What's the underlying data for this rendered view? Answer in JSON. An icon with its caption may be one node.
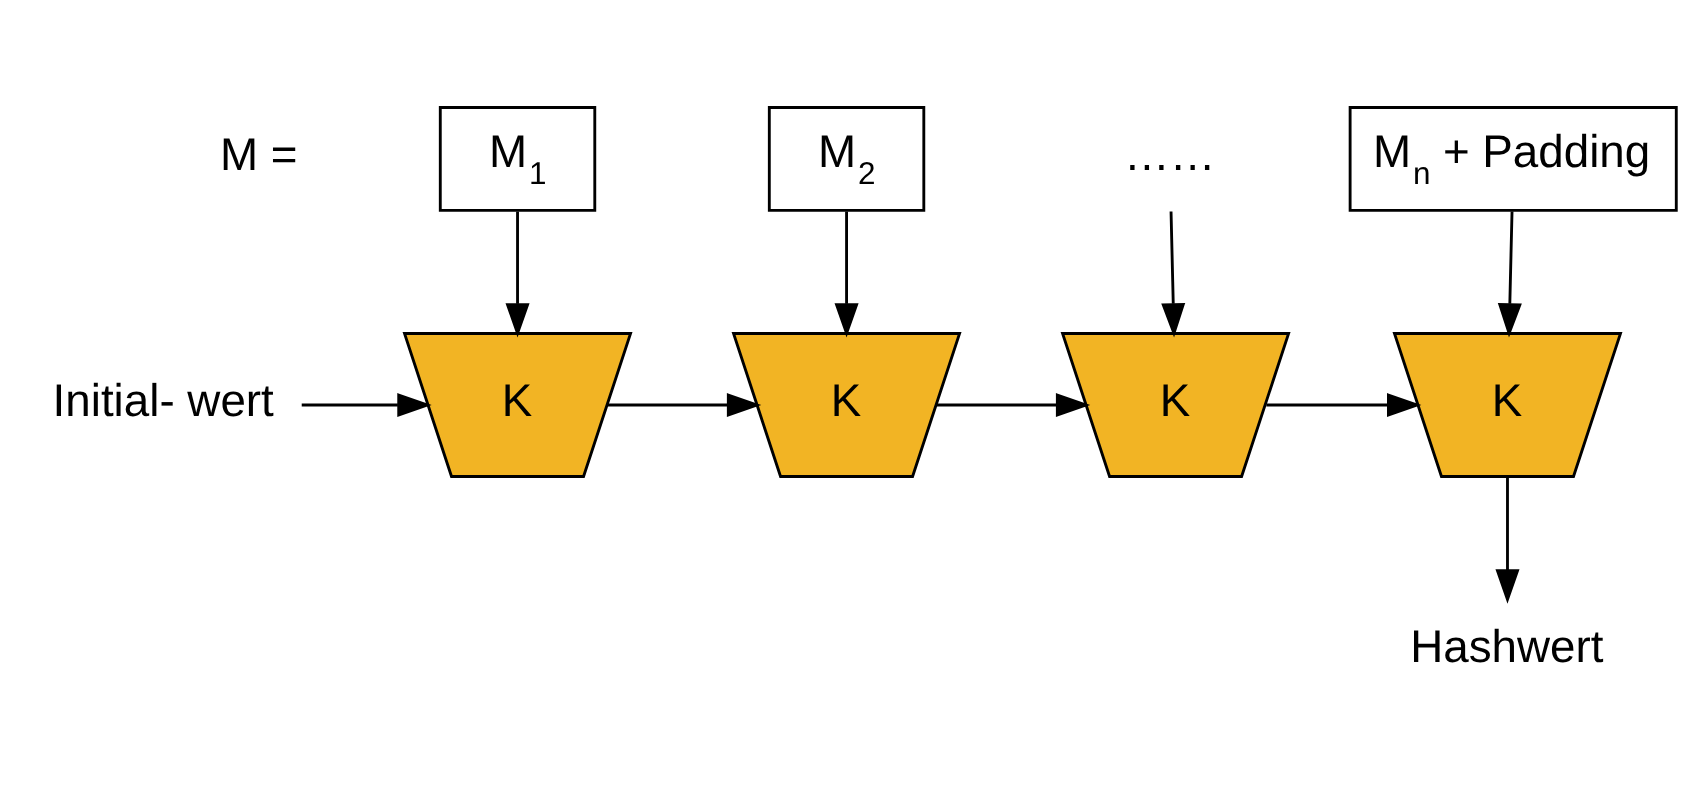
{
  "diagram": {
    "nodes": [
      {
        "text": [
          "M$_{1}$"
        ]
      },
      {
        "text": [
          "M$_{2}$"
        ]
      },
      {
        "text": [
          "……"
        ]
      },
      {
        "text": [
          "M$_{n}$ + Padding"
        ]
      },
      {
        "text": [
          "K"
        ]
      },
      {
        "text": [
          "K"
        ]
      },
      {
        "text": [
          "K"
        ]
      },
      {
        "text": [
          "K"
        ]
      },
      {
        "text": [
          "Initial- wert"
        ]
      },
      {
        "text": [
          "Hashwert"
        ]
      }
    ],
    "edges": [
      {
        "from": 0,
        "to": 4,
        "arrow": "to"
      },
      {
        "from": 1,
        "to": 5,
        "arrow": "to"
      },
      {
        "from": 2,
        "to": 6,
        "arrow": "to"
      },
      {
        "from": 3,
        "to": 7,
        "arrow": "to"
      },
      {
        "from": 8,
        "to": 4,
        "arrow": "to"
      },
      {
        "from": 4,
        "to": 5,
        "arrow": "to"
      },
      {
        "from": 5,
        "to": 6,
        "arrow": "to"
      },
      {
        "from": 6,
        "to": 7,
        "arrow": "to"
      },
      {
        "from": 7,
        "to": 9,
        "arrow": "to"
      }
    ],
    "labels": [
      "M ="
    ]
  }
}
